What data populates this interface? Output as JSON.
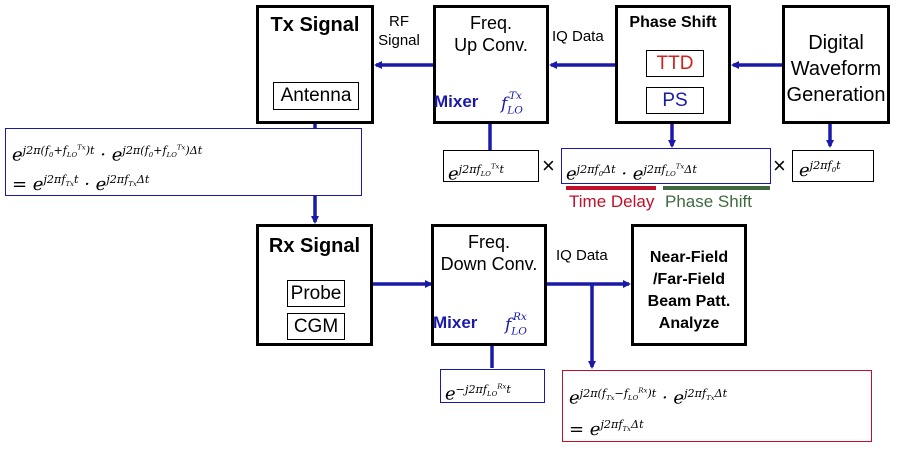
{
  "tx_signal": {
    "title": "Tx Signal",
    "antenna": "Antenna"
  },
  "rf_signal": {
    "line1": "RF",
    "line2": "Signal"
  },
  "up_conv": {
    "line1": "Freq.",
    "line2": "Up  Conv.",
    "mixer": "Mixer"
  },
  "iq_data_top": "IQ Data",
  "phase_shift": {
    "title": "Phase Shift",
    "ttd": "TTD",
    "ps": "PS"
  },
  "digital": {
    "line1": "Digital",
    "line2": "Waveform",
    "line3": "Generation"
  },
  "rx_signal": {
    "title": "Rx Signal",
    "probe": "Probe",
    "cgm": "CGM"
  },
  "down_conv": {
    "line1": "Freq.",
    "line2": "Down  Conv.",
    "mixer": "Mixer"
  },
  "iq_data_bottom": "IQ Data",
  "analyzer": {
    "line1": "Near-Field",
    "line2": "/Far-Field",
    "line3": "Beam Patt.",
    "line4": "Analyze"
  },
  "multiply_sign": "×",
  "labels": {
    "time_delay": "Time  Delay",
    "phase_shift": "Phase  Shift"
  },
  "colors": {
    "arrow": "#1a1aa8",
    "ttd": "#d42020",
    "time_delay_line": "#c0102a",
    "phase_shift_line": "#3f6a3f",
    "result_border": "#c0102a"
  }
}
